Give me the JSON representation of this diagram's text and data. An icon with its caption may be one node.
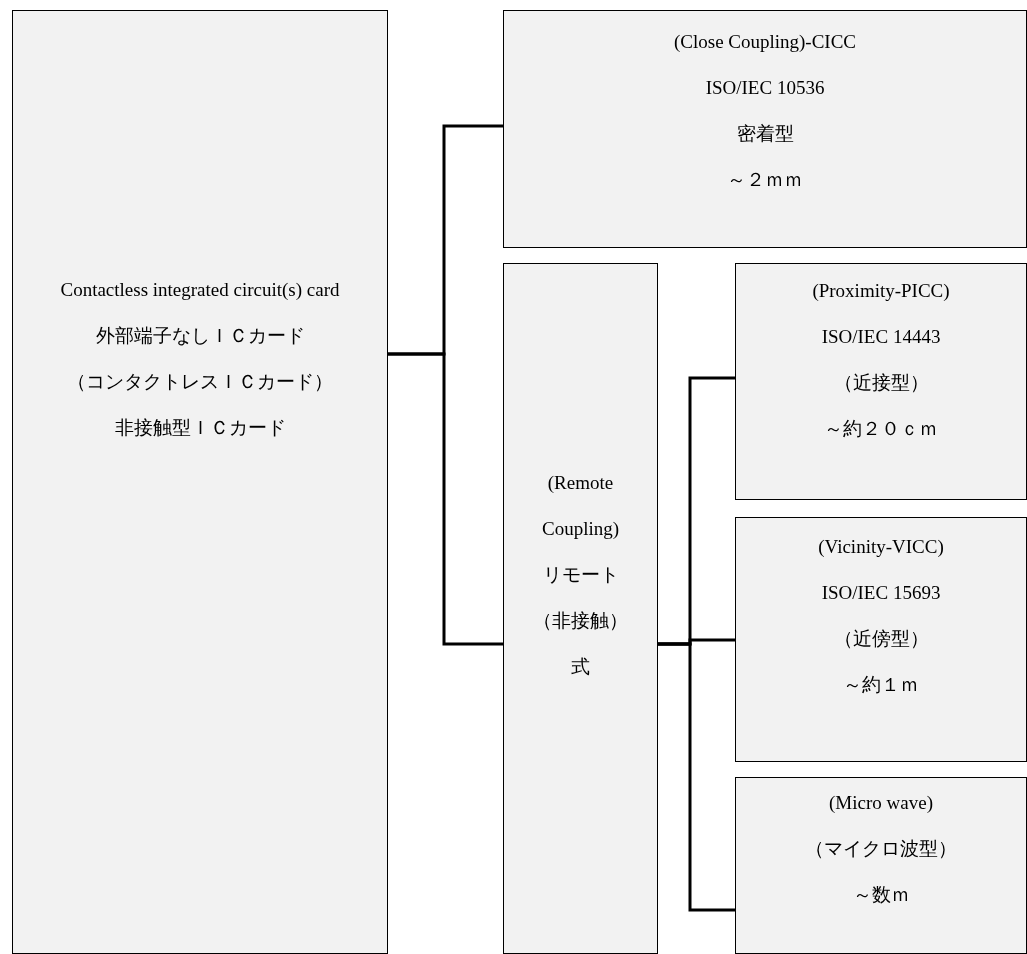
{
  "diagram": {
    "nodes": [
      {
        "text": [
          "Contactless integrated circuit(s) card",
          "外部端子なしＩＣカード",
          "（コンタクトレスＩＣカード）",
          "非接触型ＩＣカード"
        ]
      },
      {
        "text": [
          "(Close Coupling)-CICC",
          "ISO/IEC 10536",
          "密着型",
          "～２ｍｍ"
        ]
      },
      {
        "text": [
          "(Remote Coupling)",
          "リモート（非接触）式"
        ]
      },
      {
        "text": [
          "(Proximity-PICC)",
          "ISO/IEC 14443",
          "（近接型）",
          "～約２０ｃｍ"
        ]
      },
      {
        "text": [
          "(Vicinity-VICC)",
          "ISO/IEC 15693",
          "（近傍型）",
          "～約１ｍ"
        ]
      },
      {
        "text": [
          "(Micro wave)",
          "（マイクロ波型）",
          "～数ｍ"
        ]
      }
    ],
    "edges": [
      {
        "from": 0,
        "to": 1,
        "arrow": "none"
      },
      {
        "from": 0,
        "to": 2,
        "arrow": "none"
      },
      {
        "from": 2,
        "to": 3,
        "arrow": "none"
      },
      {
        "from": 2,
        "to": 4,
        "arrow": "none"
      },
      {
        "from": 2,
        "to": 5,
        "arrow": "none"
      }
    ]
  }
}
